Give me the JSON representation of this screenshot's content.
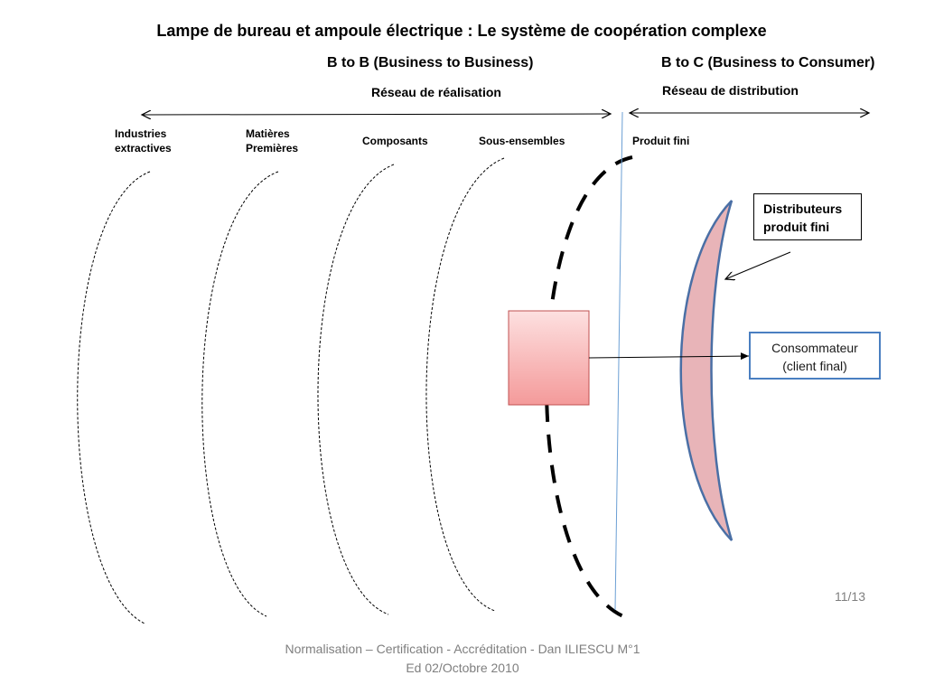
{
  "title": "Lampe de bureau et ampoule électrique : Le système de coopération complexe",
  "b2b": {
    "heading": "B to B  (Business to Business)",
    "subheading": "Réseau de réalisation"
  },
  "b2c": {
    "heading": "B to C (Business to Consumer)",
    "subheading": "Réseau de distribution"
  },
  "stages": [
    {
      "line1": "Industries",
      "line2": "extractives"
    },
    {
      "line1": "Matières",
      "line2": "Premières"
    },
    {
      "line1": "Composants",
      "line2": ""
    },
    {
      "line1": "Sous-ensembles",
      "line2": ""
    },
    {
      "line1": "Produit fini",
      "line2": ""
    }
  ],
  "distributor_box": {
    "line1": "Distributeurs",
    "line2": "produit fini"
  },
  "consumer_box": {
    "line1": "Consommateur",
    "line2": "(client final)"
  },
  "page_number": "11/13",
  "footer": {
    "line1": "Normalisation – Certification - Accréditation - Dan ILIESCU  M°1",
    "line2": "Ed 02/Octobre 2010"
  },
  "colors": {
    "product_box_fill": "#f8a8a8",
    "lens_fill": "#e8b4b8",
    "lens_stroke": "#4a6fa5",
    "consumer_border": "#4a7fc1",
    "divider_line": "#6b9fd4"
  }
}
